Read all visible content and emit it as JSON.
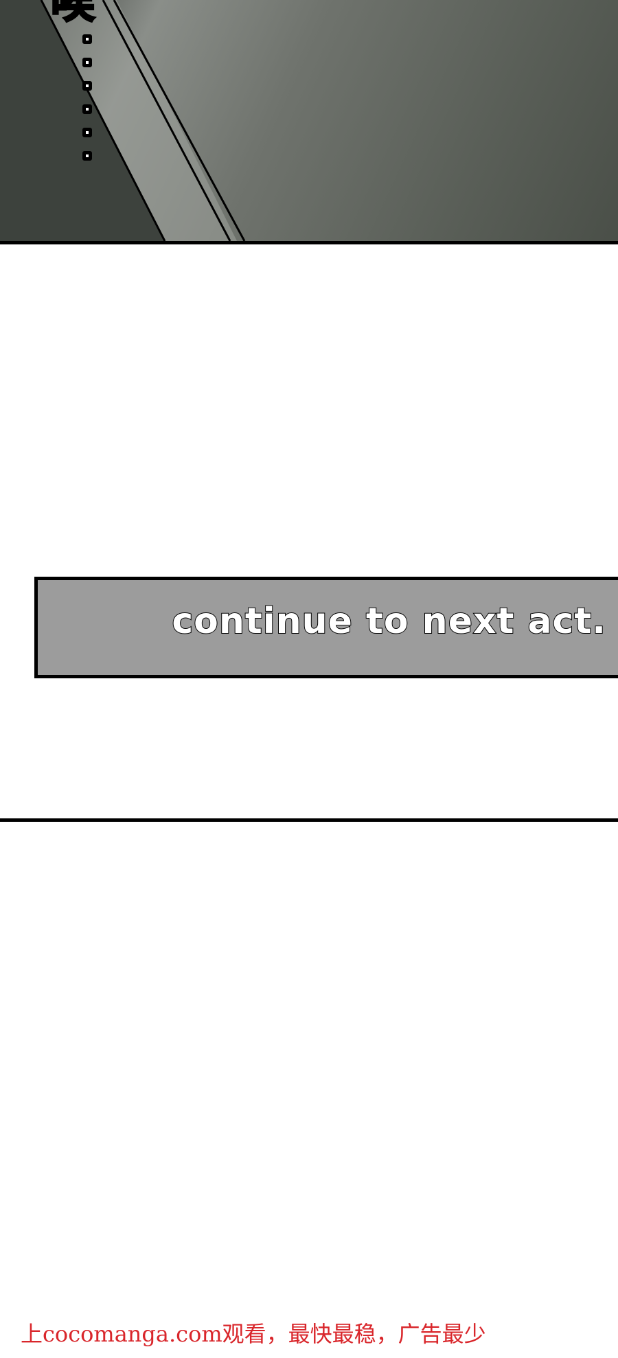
{
  "panel_top": {
    "sfx_text": "唉",
    "ellipsis_dot_count": 6
  },
  "caption": {
    "text": "continue to next act."
  },
  "watermark": {
    "text": "上cocomanga.com观看，最快最稳，广告最少",
    "color": "#d9262b"
  }
}
